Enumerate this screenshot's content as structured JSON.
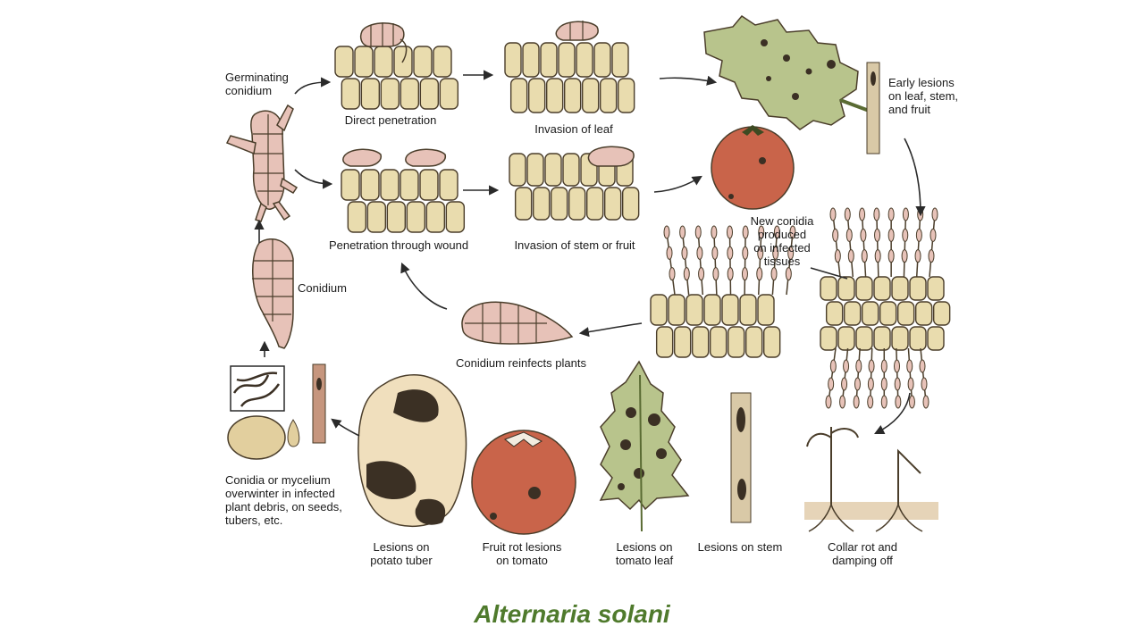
{
  "colors": {
    "caption": "#4f7a2c",
    "cell_fill": "#e9dcae",
    "cell_stroke": "#4a3d2a",
    "spore_fill": "#e7c2b8",
    "leaf_fill": "#b8c48c",
    "tomato_fill": "#c9644a",
    "tuber_fill": "#f0dfbd",
    "lesion": "#3b3024",
    "arrow": "#2a2a2a"
  },
  "labels": {
    "germinating": [
      "Germinating",
      "conidium"
    ],
    "direct_penetration": [
      "Direct penetration"
    ],
    "invasion_leaf": [
      "Invasion of leaf"
    ],
    "early_lesions": [
      "Early lesions",
      "on leaf, stem,",
      "and fruit"
    ],
    "penetration_wound": [
      "Penetration through wound"
    ],
    "invasion_stem": [
      "Invasion of stem or fruit"
    ],
    "new_conidia": [
      "New conidia",
      "produced",
      "on infected",
      "tissues"
    ],
    "conidium": [
      "Conidium"
    ],
    "reinfects": [
      "Conidium reinfects plants"
    ],
    "overwinter": [
      "Conidia or mycelium",
      "overwinter in infected",
      "plant debris, on seeds,",
      "tubers, etc."
    ],
    "lesions_tuber": [
      "Lesions on",
      "potato tuber"
    ],
    "fruit_rot": [
      "Fruit rot lesions",
      "on tomato"
    ],
    "lesions_leaf": [
      "Lesions on",
      "tomato leaf"
    ],
    "lesions_stem": [
      "Lesions on stem"
    ],
    "collar_rot": [
      "Collar rot and",
      "damping off"
    ]
  },
  "caption": "Alternaria solani"
}
